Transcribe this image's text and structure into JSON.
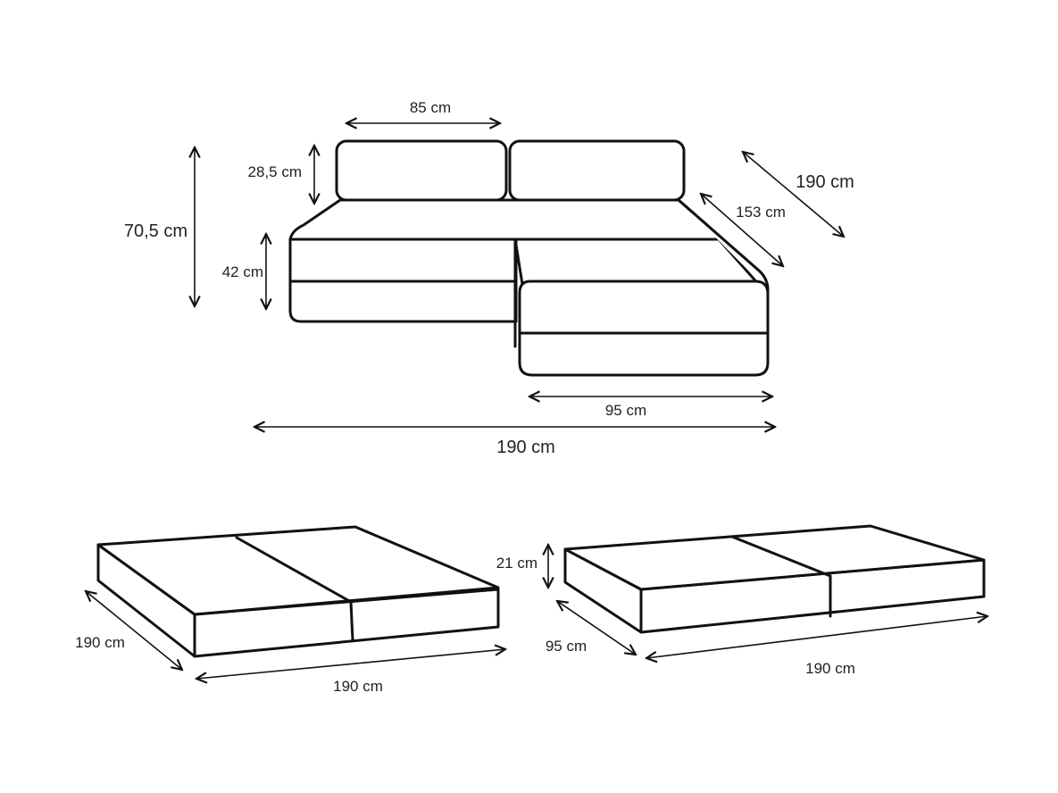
{
  "labels": {
    "backrest_width": "85 cm",
    "backrest_height": "28,5 cm",
    "total_height": "70,5 cm",
    "seat_height": "42 cm",
    "chaise_inner_length": "153 cm",
    "chaise_outer_length": "190 cm",
    "chaise_width": "95 cm",
    "total_width": "190 cm",
    "bed1_depth": "190 cm",
    "bed1_width": "190 cm",
    "bed2_height": "21 cm",
    "bed2_depth": "95 cm",
    "bed2_width": "190 cm"
  },
  "colors": {
    "stroke": "#111111",
    "background": "#ffffff"
  }
}
